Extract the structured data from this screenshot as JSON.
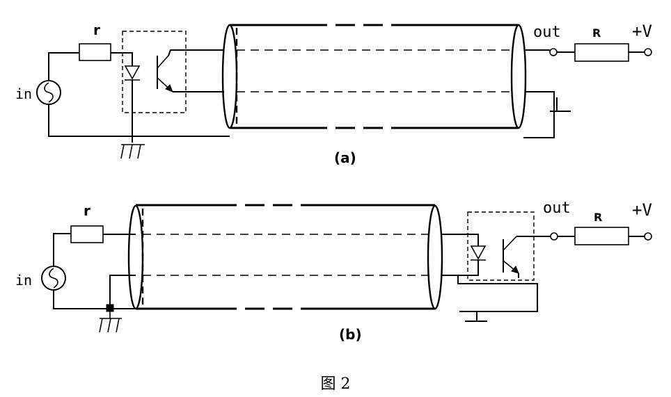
{
  "diagram_a": {
    "r_label": "r",
    "in_label": "in",
    "out_label": "out",
    "R_label": "R",
    "V_label": "+V",
    "caption": "(a)"
  },
  "diagram_b": {
    "r_label": "r",
    "in_label": "in",
    "out_label": "out",
    "R_label": "R",
    "V_label": "+V",
    "caption": "(b)"
  },
  "figure_caption": "图 2"
}
